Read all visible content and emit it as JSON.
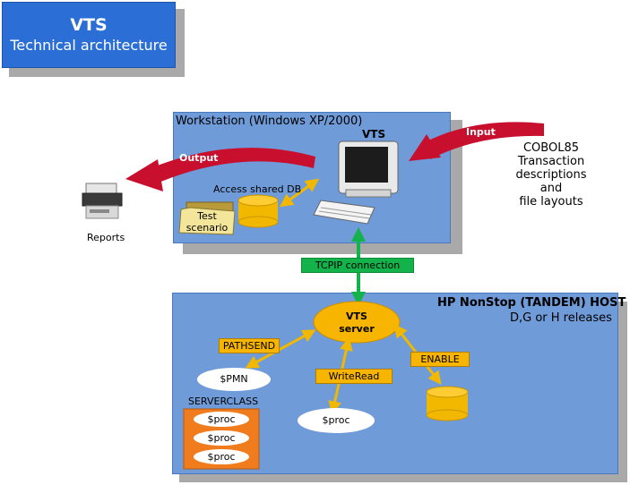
{
  "header": {
    "title": "VTS",
    "subtitle": "Technical architecture"
  },
  "workstation": {
    "title": "Workstation (Windows XP/2000)",
    "vts_label": "VTS",
    "db_label": "Access shared DB",
    "test_scenario": "Test scenario"
  },
  "flows": {
    "output": "Output",
    "input": "Input",
    "tcpip": "TCPIP connection"
  },
  "input_text": {
    "line1": "COBOL85",
    "line2": "Transaction descriptions",
    "line3": "and",
    "line4": "file layouts"
  },
  "reports_label": "Reports",
  "host": {
    "title": "HP NonStop (TANDEM) HOST",
    "subtitle": "D,G or H releases",
    "server_line1": "VTS",
    "server_line2": "server",
    "pathsend": "PATHSEND",
    "writeread": "WriteRead",
    "enable": "ENABLE",
    "pmn": "$PMN",
    "proc_single": "$proc",
    "serverclass_label": "SERVERCLASS",
    "serverclass_procs": [
      "$proc",
      "$proc",
      "$proc"
    ]
  },
  "colors": {
    "title_blue": "#2b6fd6",
    "panel_blue": "#6f9bd8",
    "arrow_red": "#c8102e",
    "link_green": "#13b24a",
    "tag_yellow": "#f7b500",
    "db_yellow": "#f2b800",
    "serverclass_orange": "#f07c1e"
  }
}
